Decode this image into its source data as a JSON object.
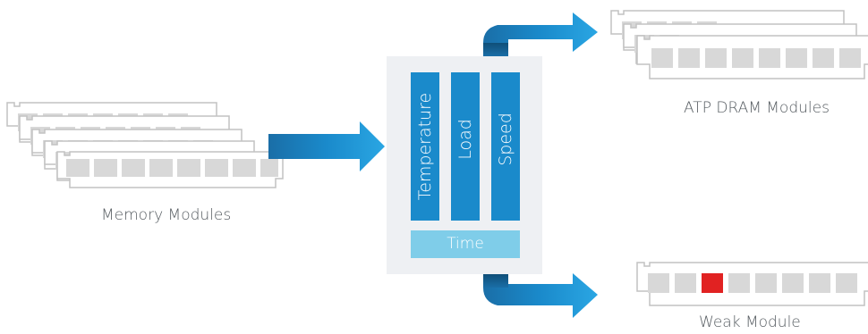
{
  "labels": {
    "memory_modules": "Memory Modules",
    "atp_modules": "ATP DRAM Modules",
    "weak_module": "Weak Module"
  },
  "tester": {
    "factors": [
      "Temperature",
      "Load",
      "Speed"
    ],
    "time": "Time"
  },
  "colors": {
    "blue": "#1a8acb",
    "blue_light": "#7fcde9",
    "panel_bg": "#eef0f3",
    "module_outline": "#bdbdbd",
    "chip_gray": "#d8d8d8",
    "chip_fault": "#e12222"
  },
  "weak_module": {
    "faulty_chip_index": 2
  }
}
